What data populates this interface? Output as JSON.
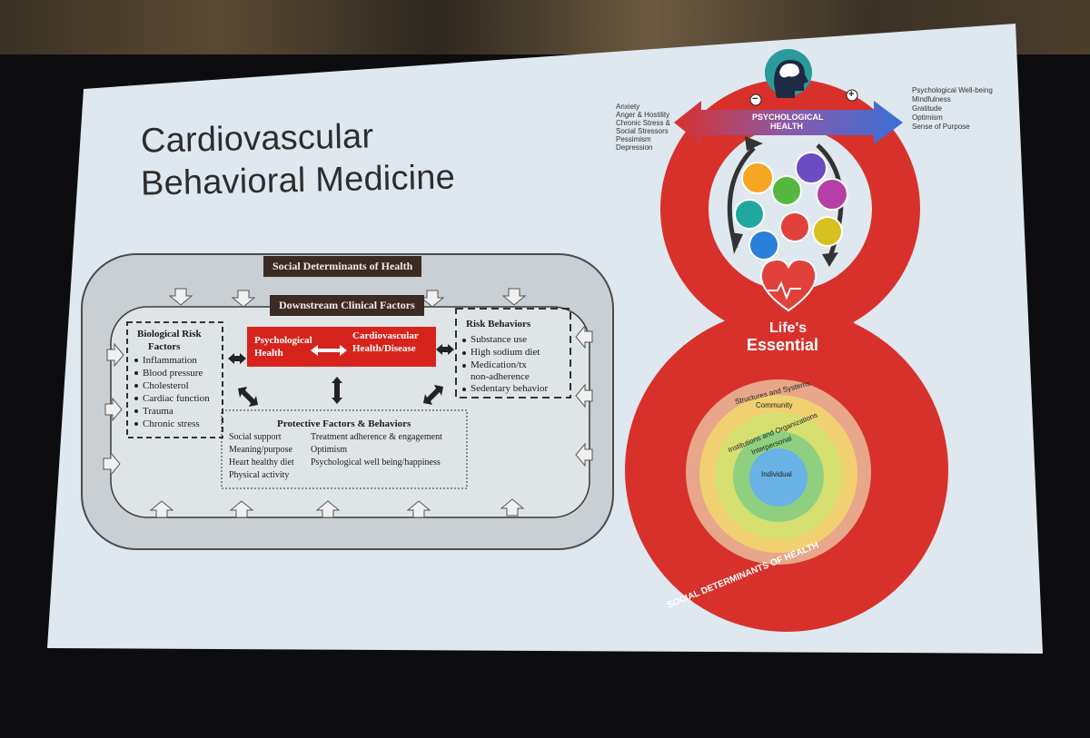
{
  "slide": {
    "title_line1": "Cardiovascular",
    "title_line2": "Behavioral Medicine"
  },
  "diagram": {
    "outer_label": "Social Determinants of Health",
    "inner_label": "Downstream Clinical Factors",
    "biological": {
      "title_line1": "Biological Risk",
      "title_line2": "Factors",
      "items": [
        "Inflammation",
        "Blood pressure",
        "Cholesterol",
        "Cardiac function",
        "Trauma",
        "Chronic stress"
      ]
    },
    "psych_box": {
      "line1": "Psychological",
      "line2": "Health"
    },
    "cv_box": {
      "line1": "Cardiovascular",
      "line2": "Health/Disease"
    },
    "risk": {
      "title": "Risk Behaviors",
      "items": [
        "Substance use",
        "High sodium diet",
        "Medication/tx",
        "non-adherence",
        "Sedentary behavior"
      ]
    },
    "protective": {
      "title": "Protective Factors & Behaviors",
      "left": [
        "Social support",
        "Meaning/purpose",
        "Heart healthy diet",
        "Physical activity"
      ],
      "right": [
        "Treatment adherence & engagement",
        "Optimism",
        "Psychological well being/happiness"
      ]
    }
  },
  "infographic": {
    "negatives": [
      "Anxiety",
      "Anger & Hostility",
      "Chronic Stress &",
      "Social Stressors",
      "Pessimism",
      "Depression"
    ],
    "positives": [
      "Psychological Well-being",
      "Mindfulness",
      "Gratitude",
      "Optimism",
      "Sense of Purpose"
    ],
    "minus": "−",
    "plus": "+",
    "psych_line1": "PSYCHOLOGICAL",
    "psych_line2": "HEALTH",
    "les_line1": "Life's",
    "les_line2": "Essential",
    "rings": [
      "Structures and Systems",
      "Community",
      "Institutions and Organizations",
      "Interpersonal",
      "Individual"
    ],
    "bottom_arc": "SOCIAL DETERMINANTS OF HEALTH",
    "colors": {
      "red": "#d8312c",
      "ring_outer": "#e8a68a",
      "ring2": "#f0d070",
      "ring3": "#d6e070",
      "ring4": "#8fd080",
      "core": "#69b2e6"
    }
  }
}
